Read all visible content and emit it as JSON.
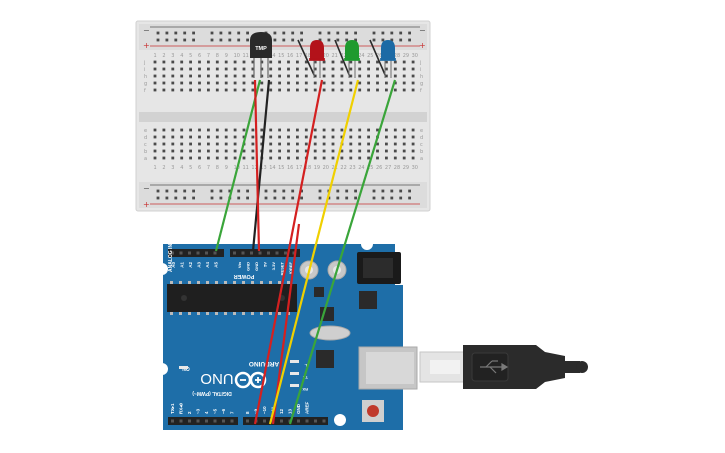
{
  "breadboard": {
    "row_letters_top": [
      "j",
      "i",
      "h",
      "g",
      "f"
    ],
    "row_letters_bottom": [
      "e",
      "d",
      "c",
      "b",
      "a"
    ],
    "column_numbers": [
      "1",
      "2",
      "3",
      "4",
      "5",
      "6",
      "7",
      "8",
      "9",
      "10",
      "11",
      "12",
      "13",
      "14",
      "15",
      "16",
      "17",
      "18",
      "19",
      "20",
      "21",
      "22",
      "23",
      "24",
      "25",
      "26",
      "27",
      "28",
      "29",
      "30"
    ],
    "rail_minus": "−",
    "rail_plus": "+"
  },
  "sensor": {
    "label": "TMP"
  },
  "leds": [
    {
      "name": "red-led",
      "color": "#b3121a"
    },
    {
      "name": "green-led",
      "color": "#1f9a2e"
    },
    {
      "name": "blue-led",
      "color": "#1c6aa5"
    }
  ],
  "wire_colors": {
    "green": "#3aa53a",
    "red": "#d42020",
    "black": "#222222",
    "yellow": "#f0d000"
  },
  "arduino": {
    "board_color": "#1e6ea8",
    "analog_in": "ANALOG IN",
    "analog_pins": [
      "A0",
      "A1",
      "A2",
      "A3",
      "A4",
      "A5"
    ],
    "power": "POWER",
    "power_pins": [
      "IOREF",
      "RESET",
      "3.3V",
      "5V",
      "GND",
      "GND",
      "Vin"
    ],
    "logo_text": "ARDUINO",
    "model": "UNO",
    "on_label": "ON",
    "digital_label": "DIGITAL (PWM~)",
    "digital_pins": [
      "TX▸1",
      "RX◂0",
      "2",
      "~3",
      "4",
      "~5",
      "~6",
      "7",
      "8",
      "~9",
      "~10",
      "~11",
      "12",
      "13",
      "GND",
      "AREF"
    ],
    "tx": "TX",
    "rx": "RX",
    "l_label": "L"
  }
}
